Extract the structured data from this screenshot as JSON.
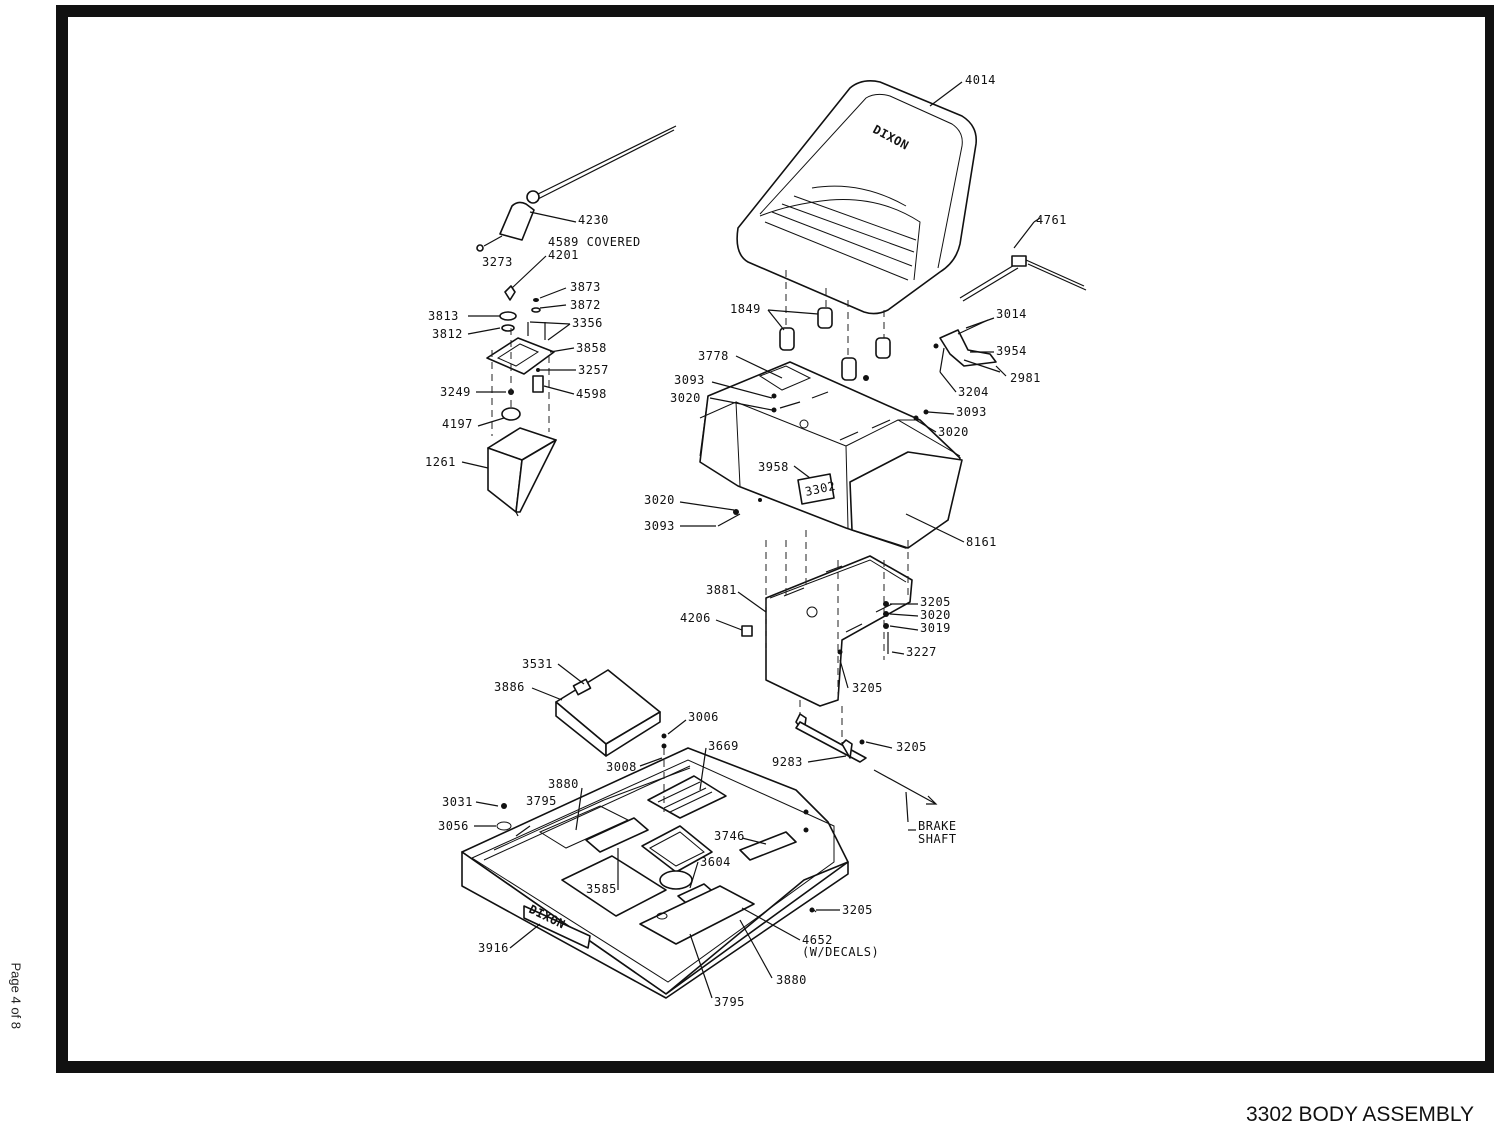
{
  "page": {
    "number_text": "Page 4 of 8",
    "caption": "3302 BODY ASSEMBLY"
  },
  "diagram": {
    "brand_text": "DIXON",
    "seat_decal": "3302",
    "labels": {
      "p4014": "4014",
      "p4230": "4230",
      "p4589": "4589 COVERED",
      "p3273": "3273",
      "p4201": "4201",
      "p3873": "3873",
      "p3872": "3872",
      "p3813": "3813",
      "p3812": "3812",
      "p3356": "3356",
      "p3858": "3858",
      "p3257": "3257",
      "p3249": "3249",
      "p4598": "4598",
      "p4197": "4197",
      "p1261": "1261",
      "p4761": "4761",
      "p1849": "1849",
      "p3014": "3014",
      "p3954": "3954",
      "p2981": "2981",
      "p3204": "3204",
      "p3778": "3778",
      "p3093a": "3093",
      "p3020a": "3020",
      "p3093b": "3093",
      "p3020b": "3020",
      "p3958": "3958",
      "p3020c": "3020",
      "p3093c": "3093",
      "p8161": "8161",
      "p3881": "3881",
      "p4206": "4206",
      "p3205a": "3205",
      "p3020d": "3020",
      "p3019": "3019",
      "p3227": "3227",
      "p3205b": "3205",
      "p3531": "3531",
      "p3886": "3886",
      "p3006": "3006",
      "p3669": "3669",
      "p3008": "3008",
      "p3205c": "3205",
      "p9283": "9283",
      "p3880a": "3880",
      "p3031": "3031",
      "p3795a": "3795",
      "p3056": "3056",
      "p3746": "3746",
      "p3604": "3604",
      "p3585": "3585",
      "p3205d": "3205",
      "p3916": "3916",
      "p4652a": "4652",
      "p4652b": "(W/DECALS)",
      "p3880b": "3880",
      "p3795b": "3795",
      "brake1": "BRAKE",
      "brake2": "SHAFT"
    }
  }
}
